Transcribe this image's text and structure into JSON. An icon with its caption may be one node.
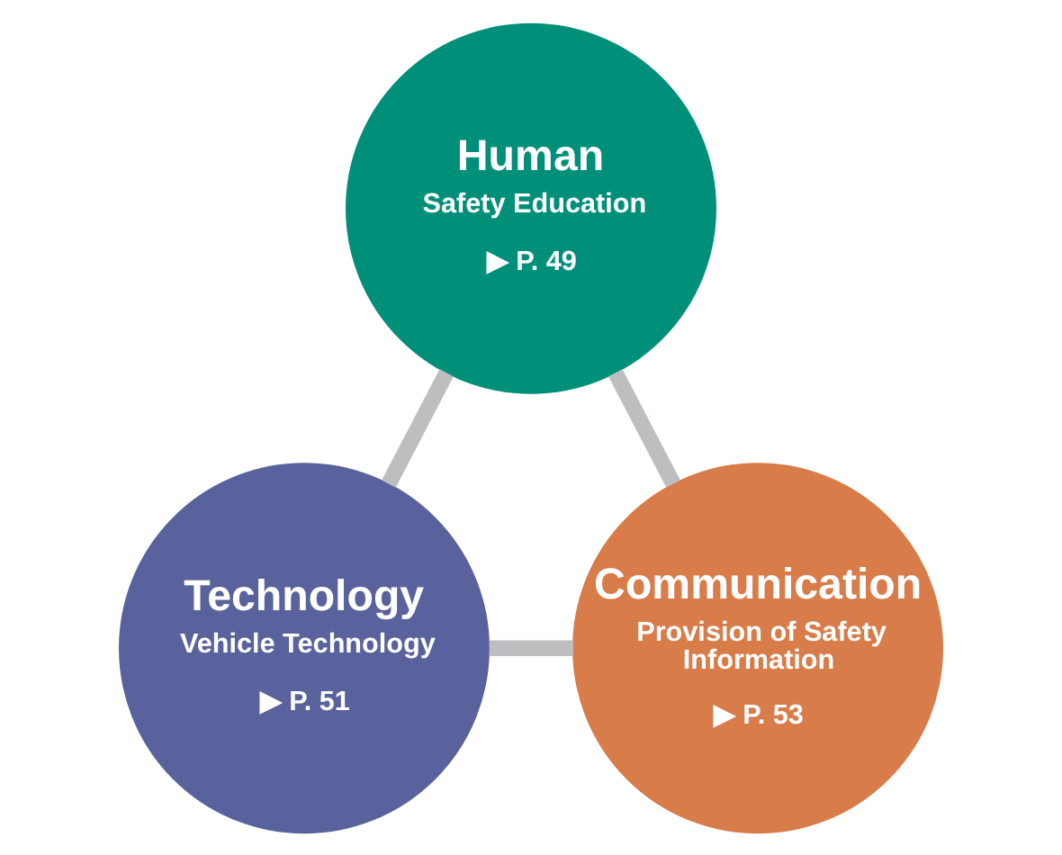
{
  "diagram": {
    "nodes": [
      {
        "text": [
          "Human",
          "Safety Education",
          "▶ P. 49"
        ]
      },
      {
        "text": [
          "Technology",
          "Vehicle Technology",
          "▶ P. 51"
        ]
      },
      {
        "text": [
          "Communication",
          "Provision of Safety Information",
          "▶ P. 53"
        ]
      }
    ],
    "edges": [
      {
        "from": 0,
        "to": 1,
        "arrow": "none"
      },
      {
        "from": 1,
        "to": 2,
        "arrow": "none"
      },
      {
        "from": 2,
        "to": 0,
        "arrow": "none"
      }
    ]
  }
}
